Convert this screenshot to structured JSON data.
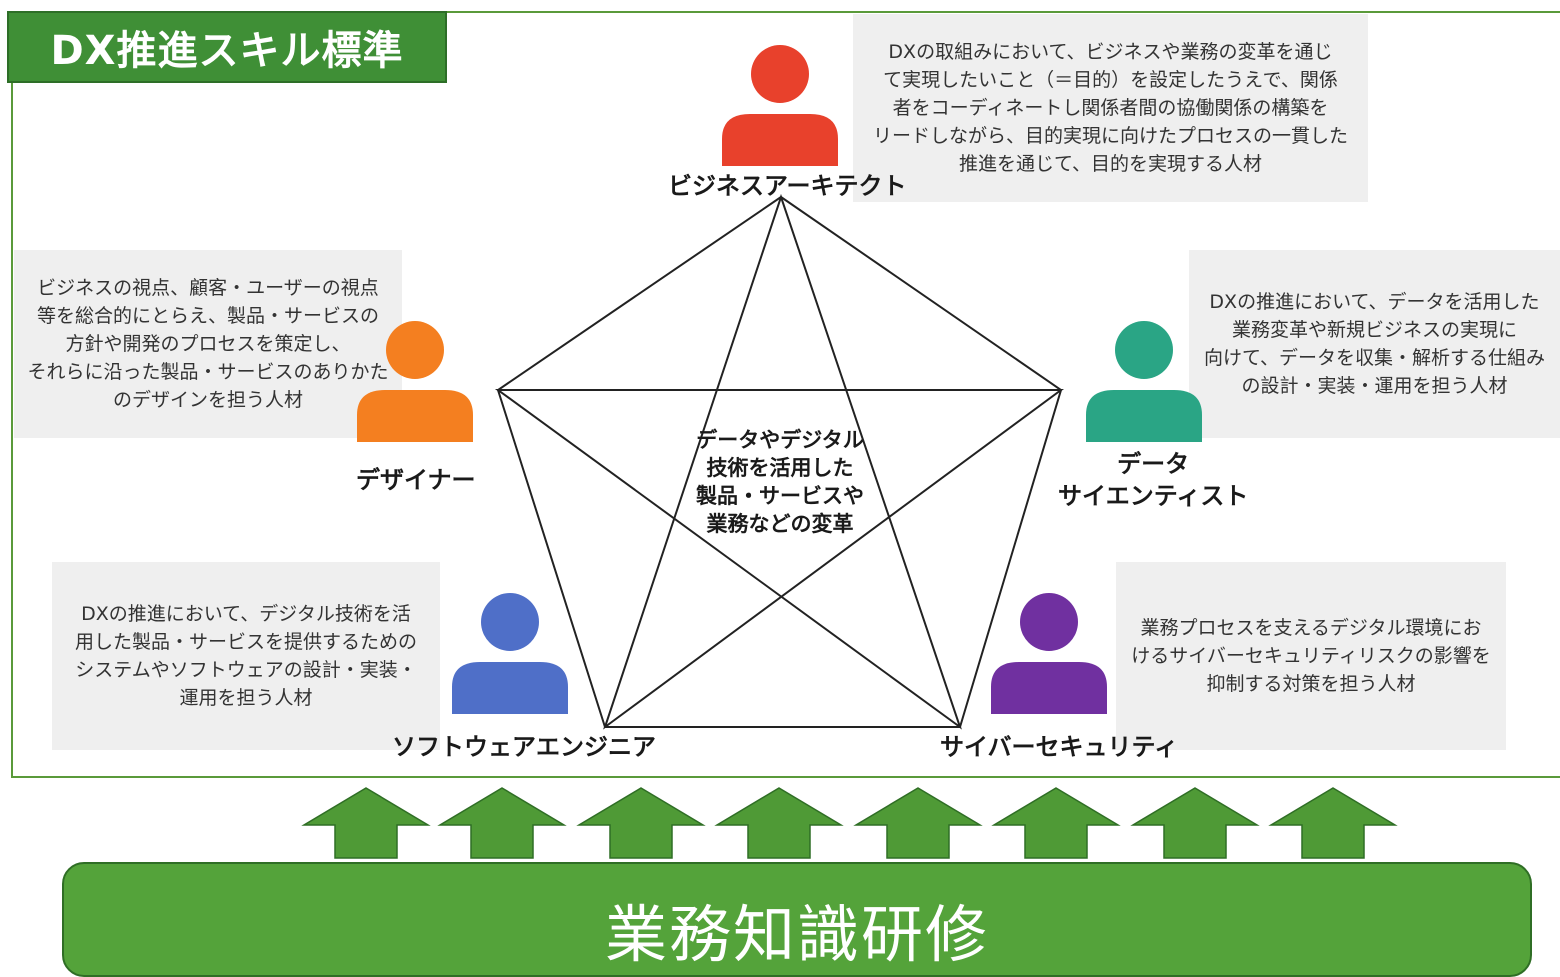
{
  "title": "DX推進スキル標準",
  "center": {
    "line1": "データやデジタル",
    "line2": "技術を活用した",
    "line3": "製品・サービスや",
    "line4": "業務などの変革"
  },
  "roles": {
    "business_architect": {
      "label": "ビジネスアーキテクト",
      "color": "#e8412c",
      "desc": [
        "DXの取組みにおいて、ビジネスや業務の変革を通じ",
        "て実現したいこと（＝目的）を設定したうえで、関係",
        "者をコーディネートし関係者間の協働関係の構築を",
        "リードしながら、目的実現に向けたプロセスの一貫した",
        "推進を通じて、目的を実現する人材"
      ]
    },
    "designer": {
      "label": "デザイナー",
      "color": "#f47f20",
      "desc": [
        "ビジネスの視点、顧客・ユーザーの視点",
        "等を総合的にとらえ、製品・サービスの",
        "方針や開発のプロセスを策定し、",
        "それらに沿った製品・サービスのありかた",
        "のデザインを担う人材"
      ]
    },
    "data_scientist": {
      "label1": "データ",
      "label2": "サイエンティスト",
      "color": "#2aa585",
      "desc": [
        "DXの推進において、データを活用した",
        "業務変革や新規ビジネスの実現に",
        "向けて、データを収集・解析する仕組み",
        "の設計・実装・運用を担う人材"
      ]
    },
    "software_engineer": {
      "label": "ソフトウェアエンジニア",
      "color": "#4f6fc8",
      "desc": [
        "DXの推進において、デジタル技術を活",
        "用した製品・サービスを提供するための",
        "システムやソフトウェアの設計・実装・",
        "運用を担う人材"
      ]
    },
    "cyber_security": {
      "label": "サイバーセキュリティ",
      "color": "#7030a0",
      "desc": [
        "業務プロセスを支えるデジタル環境にお",
        "けるサイバーセキュリティリスクの影響を",
        "抑制する対策を担う人材"
      ]
    }
  },
  "base_label": "業務知識研修",
  "colors": {
    "green_dark": "#3f8f36",
    "green_base": "#54a33a",
    "arrow_fill": "#4f9a36"
  }
}
